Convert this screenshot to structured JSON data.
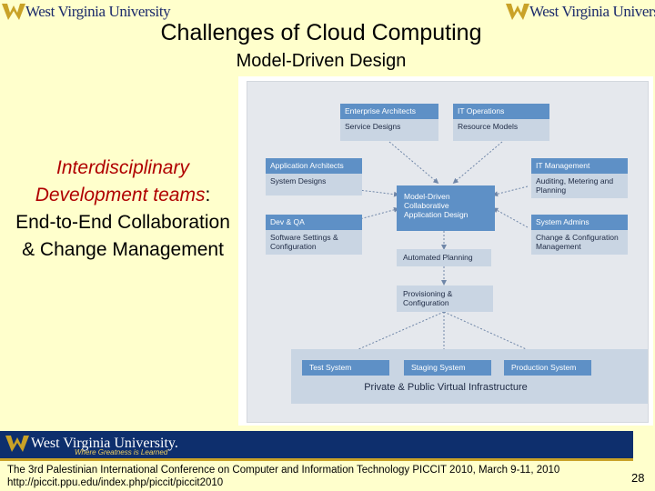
{
  "header": {
    "logo_text": "West Virginia University",
    "title": "Challenges of Cloud Computing",
    "subtitle": "Model-Driven Design"
  },
  "side_text": {
    "emphasis": "Interdisciplinary Development teams",
    "colon": ":",
    "body": "End-to-End Collaboration & Change Management"
  },
  "diagram": {
    "enterprise_architects": {
      "header": "Enterprise Architects",
      "body": "Service Designs"
    },
    "it_operations": {
      "header": "IT Operations",
      "body": "Resource Models"
    },
    "application_architects": {
      "header": "Application Architects",
      "body": "System Designs"
    },
    "it_management": {
      "header": "IT Management",
      "body": "Auditing, Metering and Planning"
    },
    "dev_qa": {
      "header": "Dev & QA",
      "body": "Software Settings & Configuration"
    },
    "system_admins": {
      "header": "System Admins",
      "body": "Change & Configuration Management"
    },
    "model_driven": "Model-Driven Collaborative Application Design",
    "automated_planning": "Automated Planning",
    "provisioning": "Provisioning & Configuration",
    "test_system": "Test System",
    "staging_system": "Staging System",
    "production_system": "Production System",
    "infrastructure": "Private & Public Virtual Infrastructure"
  },
  "footer": {
    "logo_text": "West Virginia University.",
    "tagline": "Where Greatness is Learned",
    "citation_line1": "The 3rd Palestinian International Conference on Computer and Information Technology PICCIT 2010, March 9-11, 2010",
    "citation_line2": "http://piccit.ppu.edu/index.php/piccit/piccit2010",
    "page_number": "28"
  },
  "colors": {
    "background": "#ffffcc",
    "box_header": "#5e90c6",
    "box_body": "#c9d5e3",
    "footer_bar": "#0e2f6d",
    "accent_red": "#b00000"
  }
}
